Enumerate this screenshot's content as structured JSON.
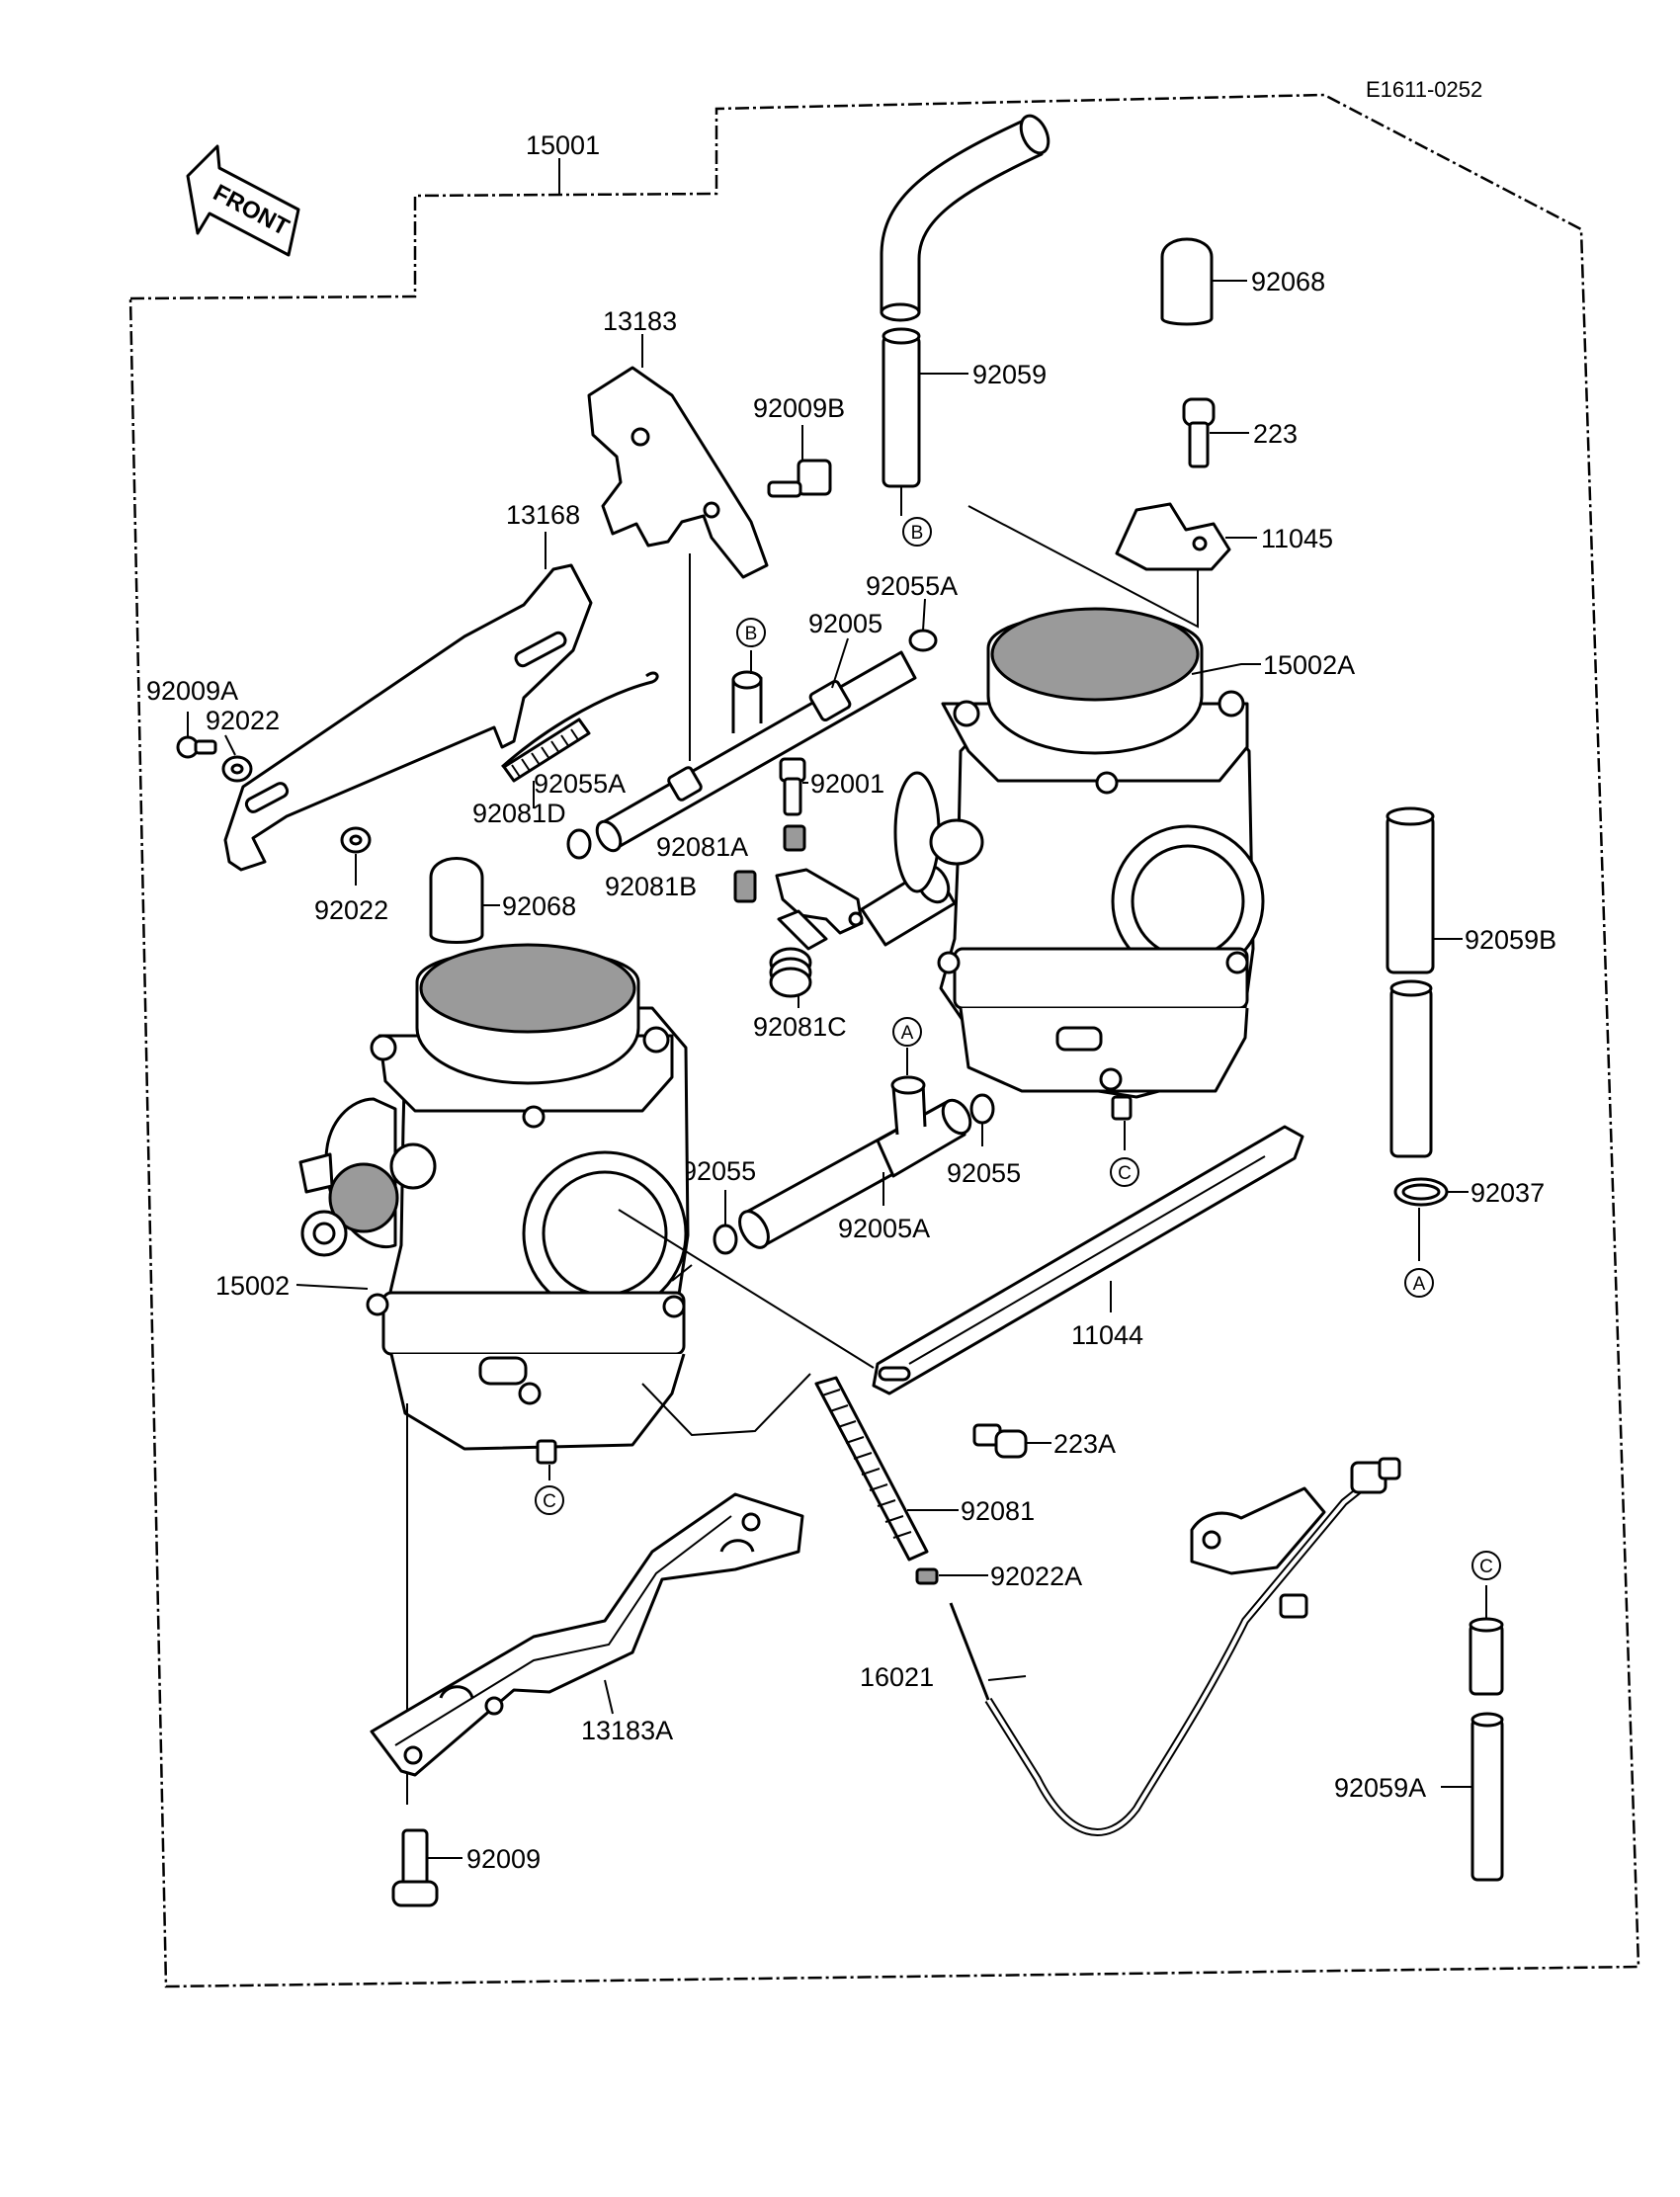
{
  "diagram": {
    "reference_code": "E1611-0252",
    "front_label": "FRONT",
    "assembly_label": "15001",
    "connector_letters": {
      "a": "A",
      "b": "B",
      "c": "C"
    },
    "parts": {
      "p92068_top": "92068",
      "p92059": "92059",
      "p223": "223",
      "p11045": "11045",
      "p13183": "13183",
      "p92009B": "92009B",
      "p13168": "13168",
      "p92055A_top": "92055A",
      "p92005": "92005",
      "p15002A": "15002A",
      "p92009A": "92009A",
      "p92022_a": "92022",
      "p92055A_mid": "92055A",
      "p92001": "92001",
      "p92081D": "92081D",
      "p92081A": "92081A",
      "p92022_b": "92022",
      "p92068_mid": "92068",
      "p92081B": "92081B",
      "p92059B": "92059B",
      "p92081C": "92081C",
      "p92055_left": "92055",
      "p92055_right": "92055",
      "p92005A": "92005A",
      "p92037": "92037",
      "p15002": "15002",
      "p11044": "11044",
      "p223A": "223A",
      "p92081": "92081",
      "p92022A": "92022A",
      "p16021": "16021",
      "p13183A": "13183A",
      "p92059A": "92059A",
      "p92009": "92009"
    }
  }
}
